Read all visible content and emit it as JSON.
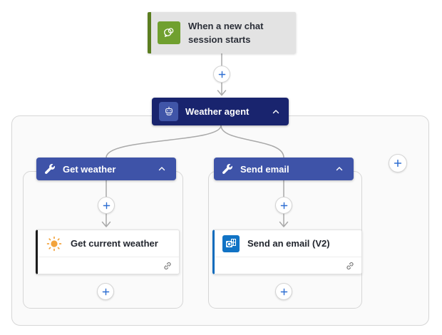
{
  "colors": {
    "page-bg": "#ffffff",
    "container-bg": "#fafafa",
    "container-border": "#d6d6d6",
    "trigger-bg": "#e3e3e3",
    "trigger-accent": "#5b7e20",
    "trigger-icon-bg": "#70a02f",
    "agent-bg": "#19246e",
    "agent-chip-bg": "#4055a8",
    "tool-header-bg": "#3e53a8",
    "card-bg": "#ffffff",
    "card-border": "#e2e2e2",
    "weather-accent": "#1b1b1b",
    "outlook-accent": "#0f6cbd",
    "outlook-icon-bg": "#1173c5",
    "sun-orange": "#f2a33c",
    "plus-blue": "#2e6fd2",
    "connector-gray": "#a9a9a9",
    "text-dark": "#2b2f38"
  },
  "trigger": {
    "title": "When a new chat session starts",
    "icon": "chat-icon"
  },
  "agent": {
    "label": "Weather agent",
    "icon": "bot-icon",
    "collapse_icon": "chevron-up-icon"
  },
  "branches": [
    {
      "header": "Get weather",
      "header_icon": "wrench-icon",
      "collapse_icon": "chevron-up-icon",
      "action": {
        "label": "Get current weather",
        "icon": "sun-icon",
        "status_icon": "connection-icon"
      }
    },
    {
      "header": "Send email",
      "header_icon": "wrench-icon",
      "collapse_icon": "chevron-up-icon",
      "action": {
        "label": "Send an email (V2)",
        "icon": "outlook-icon",
        "status_icon": "connection-icon"
      }
    }
  ]
}
